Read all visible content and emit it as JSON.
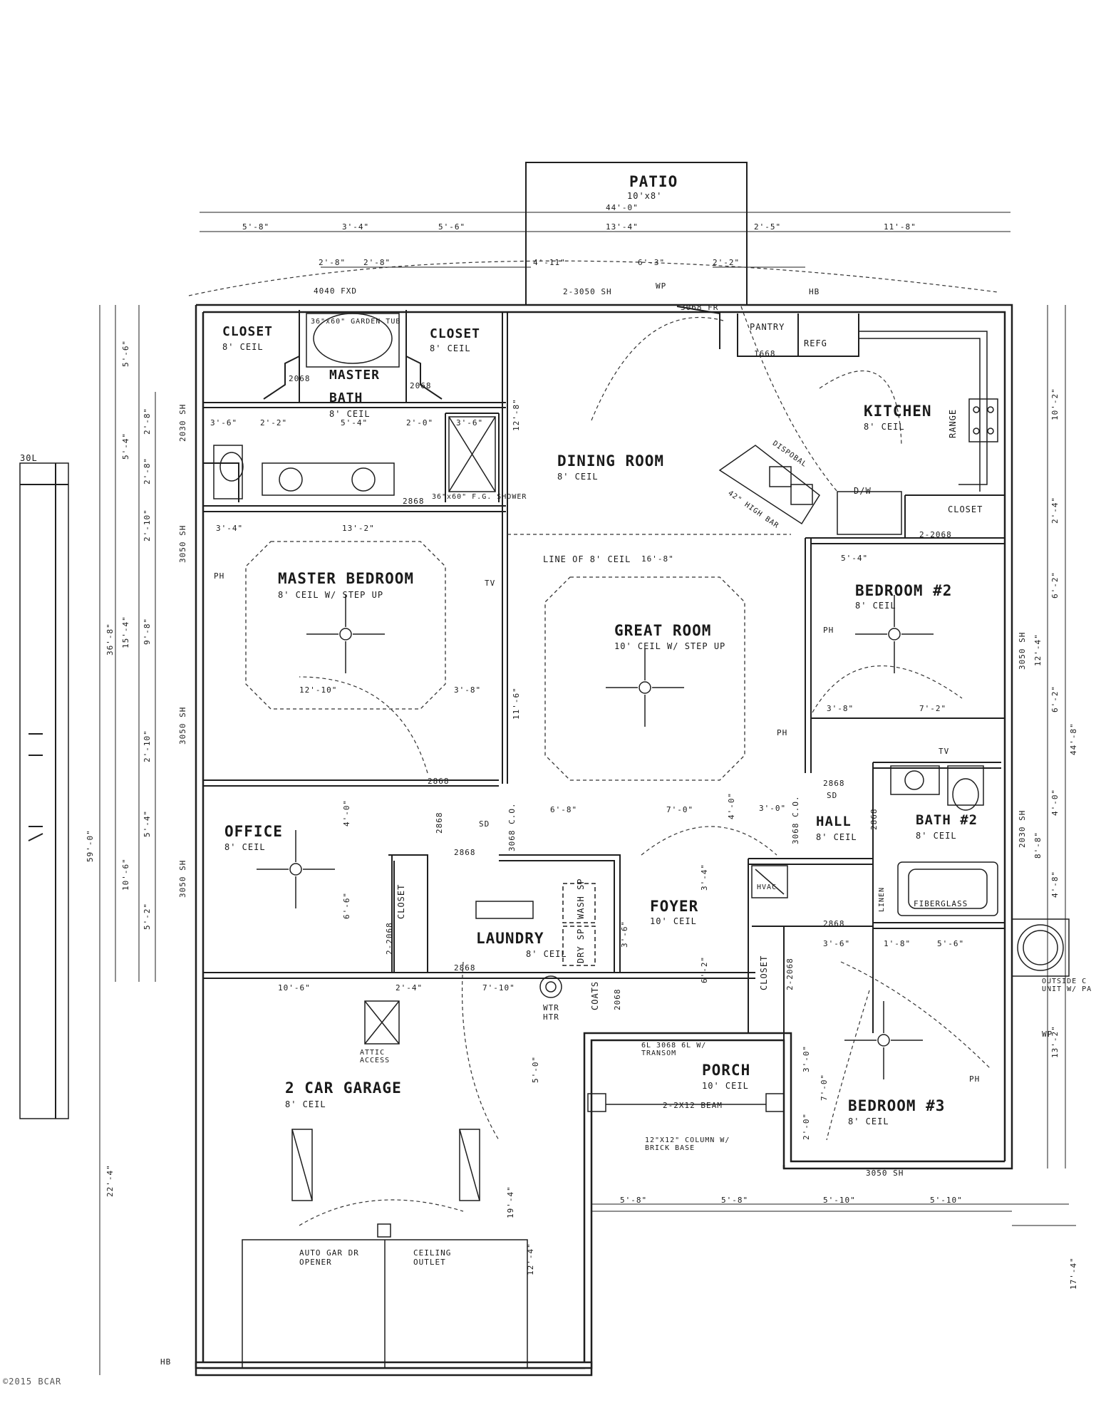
{
  "rooms": {
    "patio": {
      "name": "PATIO",
      "sub": "10'x8'"
    },
    "closet_left": {
      "name": "CLOSET",
      "sub": "8' CEIL"
    },
    "closet_right": {
      "name": "CLOSET",
      "sub": "8' CEIL"
    },
    "master_bath": {
      "name": "MASTER",
      "name2": "BATH",
      "sub": "8' CEIL"
    },
    "garden_tub": "36\"x60\" GARDEN TUB",
    "shower": "36\"x60\" F.G. SHOWER",
    "dining": {
      "name": "DINING ROOM",
      "sub": "8' CEIL"
    },
    "pantry": "PANTRY",
    "refg": "REFG",
    "kitchen": {
      "name": "KITCHEN",
      "sub": "8' CEIL"
    },
    "range": "RANGE",
    "disposal": "DISPOBAL",
    "dw": "D/W",
    "high_bar": "42\" HIGH BAR",
    "closet_bed2": "CLOSET",
    "master_bedroom": {
      "name": "MASTER BEDROOM",
      "sub": "8' CEIL W/ STEP UP"
    },
    "line_of_ceil": "LINE OF 8' CEIL",
    "great_room": {
      "name": "GREAT ROOM",
      "sub": "10' CEIL W/ STEP UP"
    },
    "bedroom2": {
      "name": "BEDROOM #2",
      "sub": "8' CEIL"
    },
    "office": {
      "name": "OFFICE",
      "sub": "8' CEIL"
    },
    "office_closet": "CLOSET",
    "laundry": {
      "name": "LAUNDRY",
      "sub": "8' CEIL"
    },
    "wash": "WASH SP",
    "dry": "DRY SP",
    "foyer": {
      "name": "FOYER",
      "sub": "10' CEIL"
    },
    "hall": {
      "name": "HALL",
      "sub": "8' CEIL"
    },
    "bath2": {
      "name": "BATH #2",
      "sub": "8' CEIL"
    },
    "hvac": "HVAC",
    "linen": "LINEN",
    "fiberglass": "FIBERGLASS",
    "closet_bed3": "CLOSET",
    "coats": "COATS",
    "wtr_htr": "WTR HTR",
    "attic": "ATTIC ACCESS",
    "garage": {
      "name": "2 CAR GARAGE",
      "sub": "8' CEIL"
    },
    "porch": {
      "name": "PORCH",
      "sub": "10' CEIL"
    },
    "transom": "6L 3068 6L W/ TRANSOM",
    "beam": "2-2X12 BEAM",
    "column": "12\"X12\" COLUMN W/ BRICK BASE",
    "bedroom3": {
      "name": "BEDROOM #3",
      "sub": "8' CEIL"
    },
    "outside_unit": "OUTSIDE C UNIT W/ PA",
    "auto_gar": "AUTO GAR DR OPENER",
    "ceiling_outlet": "CEILING OUTLET"
  },
  "openings": {
    "w_4040": "4040 FXD",
    "w_2_3050": "2-3050 SH",
    "d_3068_rear": "3068 FR",
    "w_3050_bed3": "3050 SH",
    "w_2030_left": "2030 SH",
    "w_3050_mb1": "3050 SH",
    "w_3050_mb2": "3050 SH",
    "w_3050_office": "3050 SH",
    "w_3050_bed2": "3050 SH",
    "w_2030_bath2": "2030 SH",
    "d_2868_mb": "2868",
    "d_2868_bath": "2868",
    "d_2068_cl1": "2068",
    "d_2068_cl2": "2068",
    "d_2868_office": "2868",
    "d_2868_office2": "2868",
    "d_3068_co": "3068 C.O.",
    "d_2868_laundry": "2868",
    "d_2068_coats": "2068",
    "d_2_2068_bed2": "2-2068",
    "d_2868_bed2": "2868",
    "d_2868_bath2": "2868",
    "d_2868_hall": "2868",
    "d_2_2068_office": "2-2068",
    "d_2_2068_bed3": "2-2068",
    "d_1668": "1668",
    "d_3068_hall_co": "3068 C.O."
  },
  "dims_top": {
    "overall": "44'-0\"",
    "d1": "5'-8\"",
    "d2": "3'-4\"",
    "d3": "5'-6\"",
    "d4": "13'-4\"",
    "d5": "2'-5\"",
    "d6": "11'-8\"",
    "e1": "2'-8\"",
    "e2": "2'-8\"",
    "e3": "4'-11\"",
    "e4": "6'-3\"",
    "e5": "2'-2\""
  },
  "dims_left": {
    "overall": "59'-0\"",
    "a1": "36'-8\"",
    "a2": "22'-4\"",
    "b1": "5'-6\"",
    "b2": "5'-4\"",
    "b3": "15'-4\"",
    "b4": "10'-6\"",
    "c1": "2'-8\"",
    "c2": "2'-8\"",
    "c3": "2'-10\"",
    "c4": "9'-8\"",
    "c5": "2'-10\"",
    "c6": "5'-4\"",
    "c7": "5'-2\""
  },
  "dims_right": {
    "overall": "44'-8\"",
    "r1": "10'-2\"",
    "r2": "2'-4\"",
    "r3": "6'-2\"",
    "r4": "12'-4\"",
    "r5": "6'-2\"",
    "r6": "4'-0\"",
    "r7": "8'-8\"",
    "r8": "4'-8\"",
    "r9": "13'-2\"",
    "r10": "17'-4\""
  },
  "dims_inner": {
    "mb_w": "13'-2\"",
    "mb_a": "3'-4\"",
    "mb_b": "12'-10\"",
    "mb_c": "3'-8\"",
    "bath_a": "3'-6\"",
    "bath_b": "2'-2\"",
    "bath_c": "5'-4\"",
    "bath_d": "2'-0\"",
    "bath_e": "3'-6\"",
    "great_w": "16'-8\"",
    "bed2_a": "5'-4\"",
    "bed2_b": "3'-8\"",
    "bed2_c": "7'-2\"",
    "off_a": "4'-0\"",
    "off_b": "6'-6\"",
    "off_c": "10'-6\"",
    "off_d": "2'-4\"",
    "foy_a": "6'-8\"",
    "foy_b": "7'-0\"",
    "foy_c": "3'-0\"",
    "foy_d": "3'-4\"",
    "foy_e": "6'-2\"",
    "foy_f": "4'-0\"",
    "lau_a": "7'-10\"",
    "lau_b": "3'-6\"",
    "gar_a": "5'-0\"",
    "gar_b": "19'-4\"",
    "gar_c": "12'-4\"",
    "dn_a": "12'-8\"",
    "dn_b": "11'-6\"",
    "bot1": "5'-8\"",
    "bot2": "5'-8\"",
    "bot3": "5'-10\"",
    "bot4": "5'-10\"",
    "bed3_a": "3'-6\"",
    "bed3_b": "5'-6\"",
    "bed3_c": "7'-0\"",
    "bed3_d": "2'-0\"",
    "bed3_e": "3'-0\"",
    "bed3_f": "1'-8\""
  },
  "symbols": {
    "ph": "PH",
    "hb": "HB",
    "wp": "WP",
    "tv": "TV",
    "sd": "SD"
  },
  "copyright": "©2015 BCAR",
  "edge_label": "30L"
}
